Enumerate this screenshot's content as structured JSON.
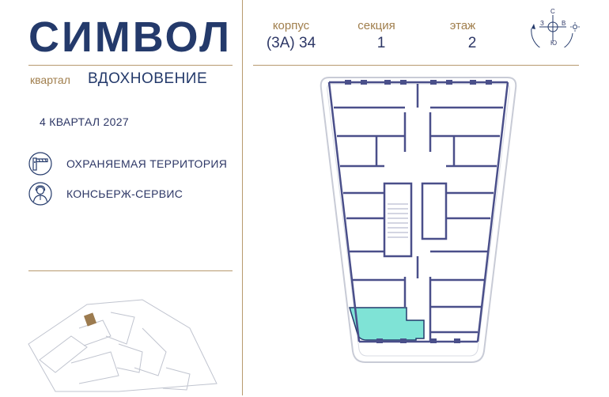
{
  "brand": {
    "logo_text": "СИМВОЛ"
  },
  "quarter": {
    "word": "квартал",
    "name": "ВДОХНОВЕНИЕ"
  },
  "completion": "4 КВАРТАЛ 2027",
  "features": [
    {
      "icon": "barrier-gate-icon",
      "label": "ОХРАНЯЕМАЯ ТЕРРИТОРИЯ"
    },
    {
      "icon": "concierge-icon",
      "label": "КОНСЬЕРЖ-СЕРВИС"
    }
  ],
  "info": [
    {
      "heading": "корпус",
      "value": "(3А) 34"
    },
    {
      "heading": "секция",
      "value": "1"
    },
    {
      "heading": "этаж",
      "value": "2"
    }
  ],
  "compass": {
    "north": "С",
    "south": "Ю",
    "west": "З",
    "east": "В",
    "icon": "compass-sun-icon"
  },
  "colors": {
    "navy": "#243a6b",
    "gold": "#b79a6e",
    "highlight": "#7fe3d6"
  },
  "floor_plan": {
    "icon": "floor-plan-icon",
    "highlighted_unit": "selected-apartment"
  },
  "site_plan": {
    "icon": "site-plan-icon"
  }
}
